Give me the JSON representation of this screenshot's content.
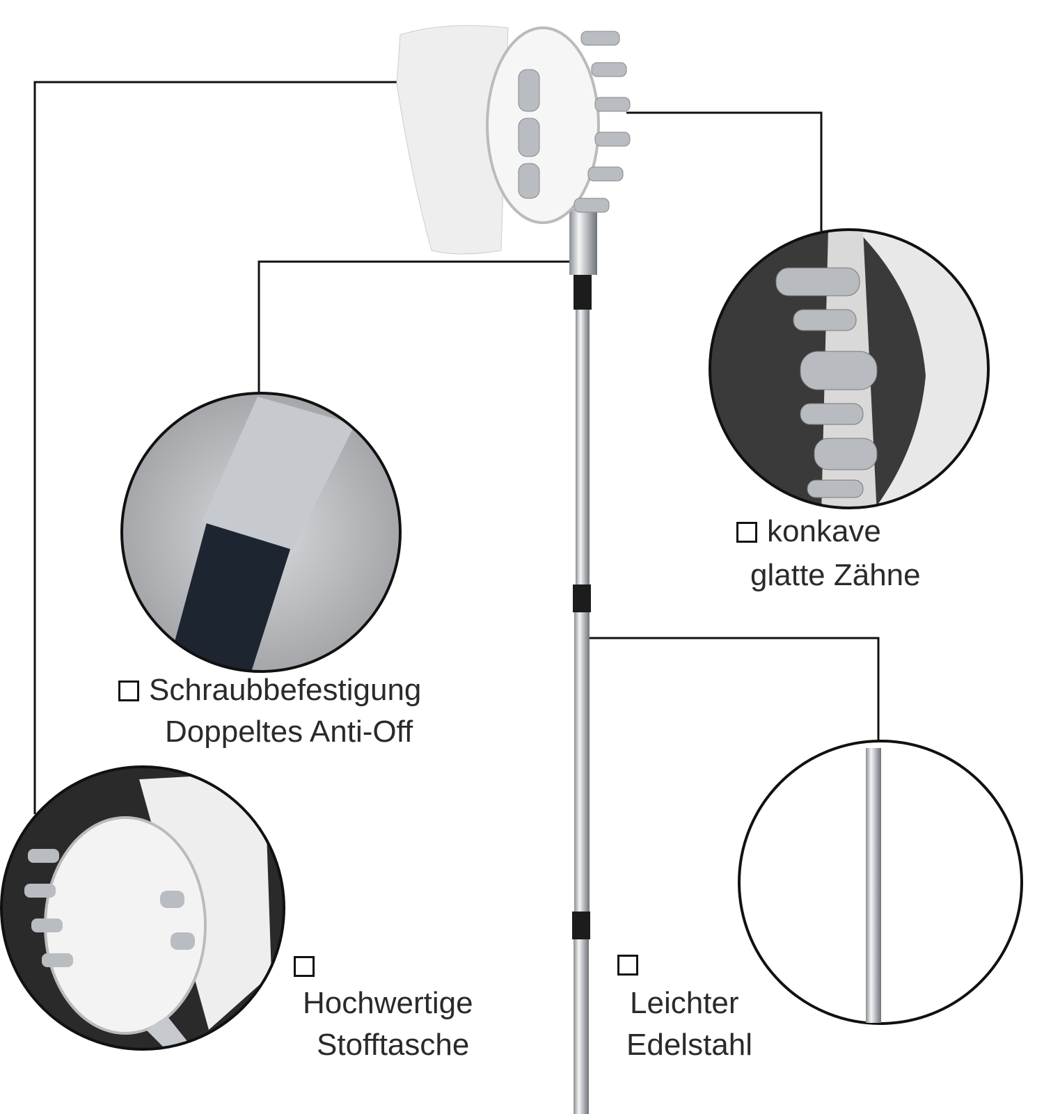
{
  "features": [
    {
      "id": "teeth",
      "checkbox": "☐",
      "line1": "konkave",
      "line2": "glatte Zähne"
    },
    {
      "id": "screw",
      "checkbox": "☐",
      "line1": "Schraubbefestigung",
      "line2": "Doppeltes Anti-Off"
    },
    {
      "id": "bag",
      "checkbox": "☐",
      "line1": "Hochwertige",
      "line2": "Stofftasche"
    },
    {
      "id": "steel",
      "checkbox": "☐",
      "line1": "Leichter",
      "line2": "Edelstahl"
    }
  ],
  "colors": {
    "line": "#111111",
    "metal": "#c9ccd0",
    "fabric": "#f2f2f2",
    "grip": "#1c1c1c"
  }
}
